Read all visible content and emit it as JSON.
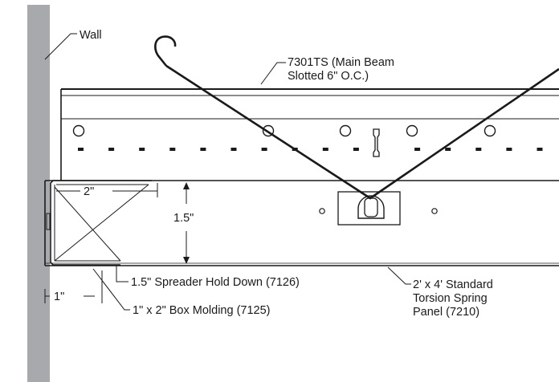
{
  "labels": {
    "wall": "Wall",
    "main_beam_line1": "7301TS (Main Beam",
    "main_beam_line2": "Slotted 6\" O.C.)",
    "dim_2in": "2\"",
    "dim_1_5in": "1.5\"",
    "dim_1in": "1\"",
    "spreader": "1.5\" Spreader Hold Down (7126)",
    "box_molding": "1\" x 2\" Box Molding (7125)",
    "panel_line1": "2' x 4' Standard",
    "panel_line2": "Torsion Spring",
    "panel_line3": "Panel (7210)"
  },
  "colors": {
    "wall": "#a7a9ac",
    "line": "#1a1a1a",
    "background": "#ffffff"
  }
}
